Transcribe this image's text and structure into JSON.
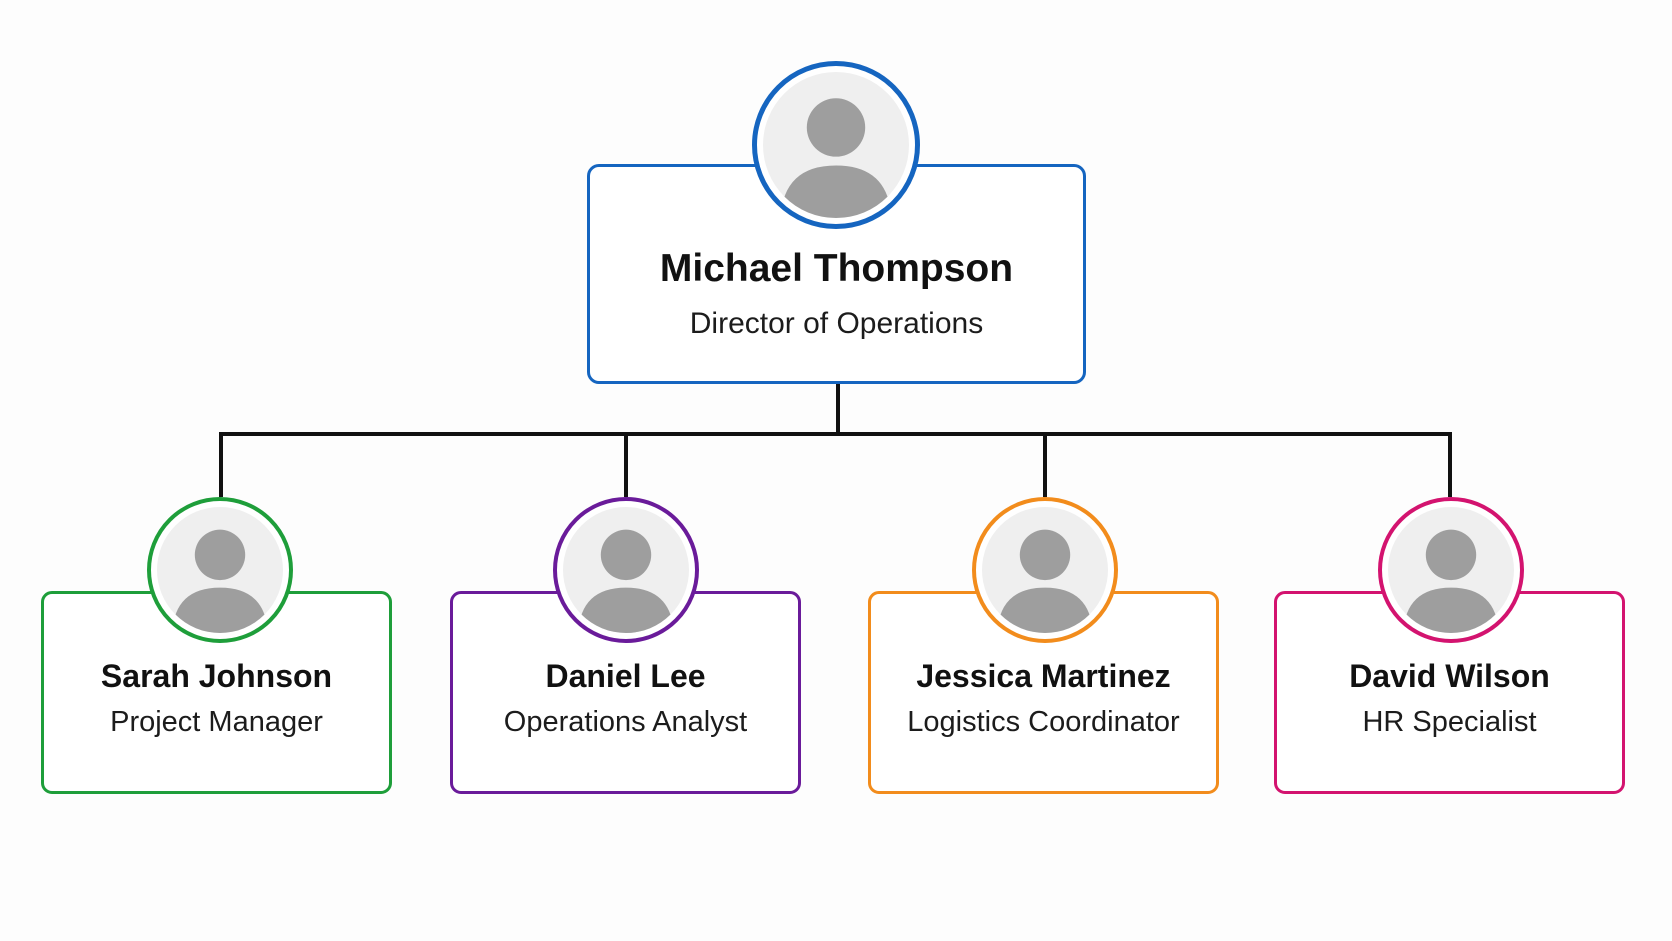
{
  "root": {
    "name": "Michael Thompson",
    "role": "Director of Operations",
    "color": "#1565c0"
  },
  "reports": [
    {
      "name": "Sarah Johnson",
      "role": "Project Manager",
      "color": "#1e9e3a"
    },
    {
      "name": "Daniel Lee",
      "role": "Operations Analyst",
      "color": "#6a1b9a"
    },
    {
      "name": "Jessica Martinez",
      "role": "Logistics Coordinator",
      "color": "#f28c1c"
    },
    {
      "name": "David Wilson",
      "role": "HR Specialist",
      "color": "#d3136f"
    }
  ],
  "icons": {
    "avatar": "person-silhouette-icon"
  },
  "connector_color": "#111111"
}
